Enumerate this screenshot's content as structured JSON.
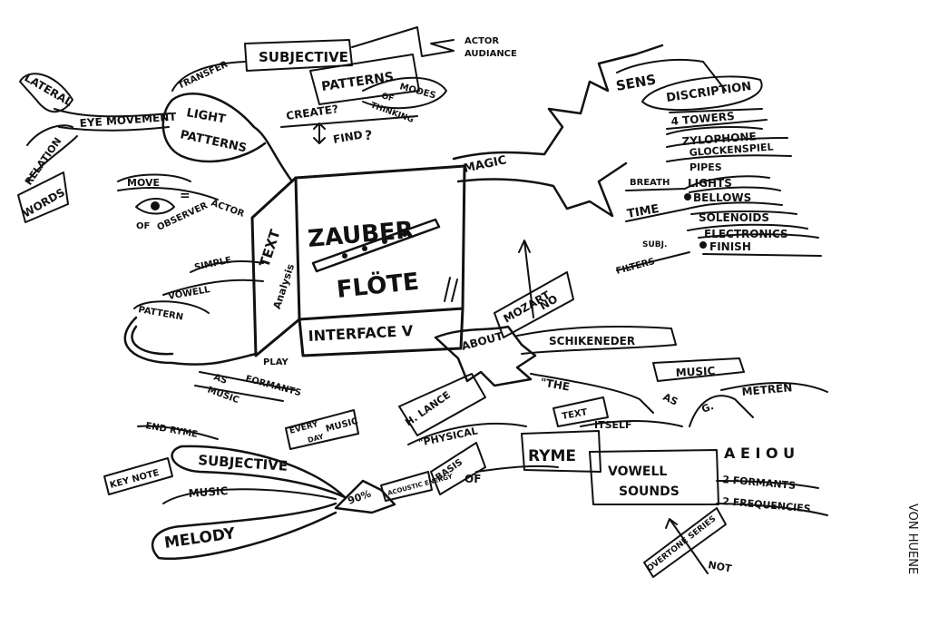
{
  "credit": "VON HUENE",
  "center": {
    "line1": "ZAUBER",
    "line2": "FLÖTE",
    "bottom": "INTERFACE V",
    "side_1": "TEXT",
    "side_2": "Analysis"
  },
  "top_left": {
    "lateral": "LATERAL",
    "relation": "RELATION",
    "words": "WORDS",
    "eye_movement": "EYE MOVEMENT",
    "transfer": "TRANSFER",
    "subjective": "SUBJECTIVE",
    "patterns": "PATTERNS",
    "actor": "ACTOR",
    "audiance": "AUDIANCE",
    "modes": "MODES",
    "of": "OF",
    "thinking": "THINKING",
    "create": "CREATE?",
    "find": "FIND",
    "q": "?",
    "light": "LIGHT",
    "patterns2": "PATTERNS",
    "move": "MOVE",
    "of_obs": "OF",
    "observer": "OBSERVER",
    "eq": "=",
    "actor2": "ACTOR",
    "simple": "SIMPLE",
    "vowell": "VOWELL",
    "pattern": "PATTERN",
    "play": "PLAY",
    "formants": "FORMANTS",
    "as": "AS",
    "music": "MUSIC"
  },
  "top_right": {
    "magic": "MAGIC",
    "sens": "SENS",
    "discription": "DISCRIPTION",
    "towers": "4 TOWERS",
    "zylophone": "ZYLOPHONE",
    "glockenspiel": "GLOCKENSPIEL",
    "pipes": "PIPES",
    "breath": "BREATH",
    "lights": "LIGHTS",
    "time": "TIME",
    "bellows": "BELLOWS",
    "solenoids": "SOLENOIDS",
    "electronics": "ELECTRONICS",
    "subj": "SUBJ.",
    "finish": "FINISH",
    "filters": "FILTERS"
  },
  "bottom": {
    "about": "ABOUT",
    "mozart": "MOZART",
    "no": "NO",
    "schikeneder": "SCHIKENEDER",
    "the": "\"THE",
    "music": "MUSIC",
    "as": "AS",
    "g": "G.",
    "metren": "METREN",
    "text": "TEXT",
    "itself": "ITSELF",
    "h_lance": "H. LANCE",
    "physical": "\"PHYSICAL",
    "basis": "BASIS",
    "of": "OF",
    "ryme": "RYME",
    "vowell": "VOWELL",
    "sounds": "SOUNDS",
    "vowels": "A E I O U",
    "two_formants": "2 FORMANTS",
    "two_frequencies": "2 FREQUENCIES",
    "overtone": "OVERTONE SERIES",
    "not": "NOT",
    "end_ryme": "END RYME",
    "every": "EVERY",
    "day": "DAY",
    "music2": "MUSIC",
    "key_note": "KEY NOTE",
    "subjective": "SUBJECTIVE",
    "music3": "MUSIC",
    "melody": "MELODY",
    "pct": "90%",
    "acoustic": "ACOUSTIC ENERGY"
  }
}
